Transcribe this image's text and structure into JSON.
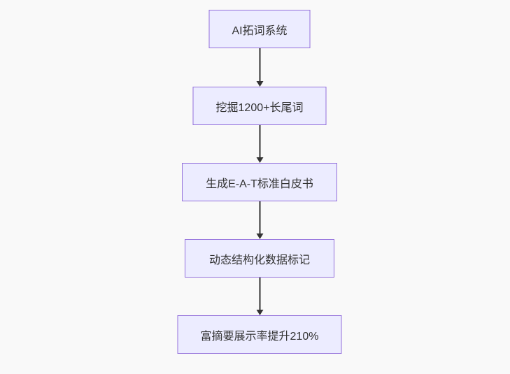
{
  "diagram": {
    "type": "flowchart",
    "direction": "top-down",
    "nodes": [
      {
        "id": "n1",
        "label": "AI拓词系统"
      },
      {
        "id": "n2",
        "label": "挖掘1200+长尾词"
      },
      {
        "id": "n3",
        "label": "生成E-A-T标准白皮书"
      },
      {
        "id": "n4",
        "label": "动态结构化数据标记"
      },
      {
        "id": "n5",
        "label": "富摘要展示率提升210%"
      }
    ],
    "edges": [
      {
        "from": "n1",
        "to": "n2",
        "arrow": "down"
      },
      {
        "from": "n2",
        "to": "n3",
        "arrow": "down"
      },
      {
        "from": "n3",
        "to": "n4",
        "arrow": "down"
      },
      {
        "from": "n4",
        "to": "n5",
        "arrow": "down"
      }
    ],
    "colors": {
      "background": "#f9f9f9",
      "node_fill": "#ECECFF",
      "node_border": "#9370DB",
      "text": "#333333",
      "arrow": "#333333"
    }
  }
}
